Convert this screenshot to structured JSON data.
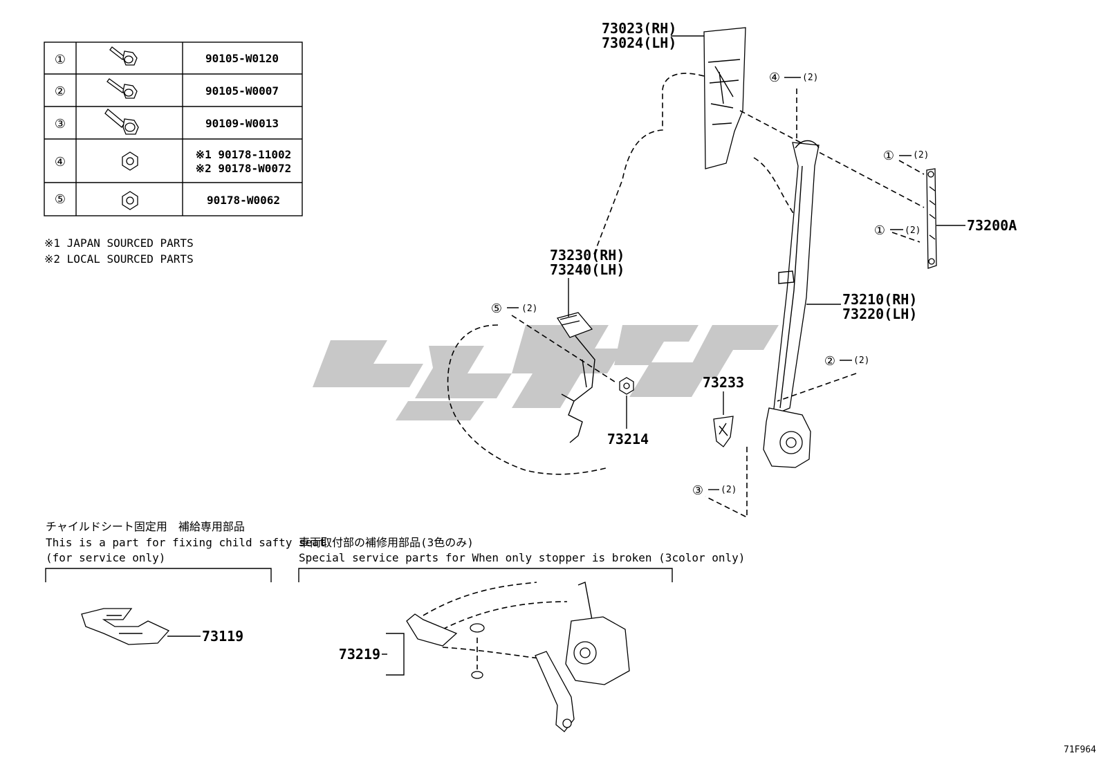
{
  "fastener_table": {
    "rows": [
      {
        "no": "①",
        "icon": "bolt-icon",
        "part": "90105-W0120"
      },
      {
        "no": "②",
        "icon": "bolt-icon",
        "part": "90105-W0007"
      },
      {
        "no": "③",
        "icon": "long-bolt-icon",
        "part": "90109-W0013"
      },
      {
        "no": "④",
        "icon": "nut-icon",
        "part1": "※1 90178-11002",
        "part2": "※2 90178-W0072"
      },
      {
        "no": "⑤",
        "icon": "nut-icon",
        "part": "90178-W0062"
      }
    ]
  },
  "notes": [
    "※1 JAPAN SOURCED PARTS",
    "※2 LOCAL SOURCED PARTS"
  ],
  "callouts": {
    "trim_rh": "73023(RH)",
    "trim_lh": "73024(LH)",
    "adjuster": "73200A",
    "buckle_rh": "73230(RH)",
    "buckle_lh": "73240(LH)",
    "belt_rh": "73210(RH)",
    "belt_lh": "73220(LH)",
    "cover": "73233",
    "nut_part": "73214",
    "child_seat_part": "73119",
    "stopper_part": "73219"
  },
  "fastener_refs": {
    "r4": "④",
    "r4_qty": "(2)",
    "r1a": "①",
    "r1a_qty": "(2)",
    "r1b": "①",
    "r1b_qty": "(2)",
    "r5": "⑤",
    "r5_qty": "(2)",
    "r2": "②",
    "r2_qty": "(2)",
    "r3": "③",
    "r3_qty": "(2)"
  },
  "child_seat_box": {
    "title_jp": "チャイルドシート固定用　補給専用部品",
    "line1": "This is a part for fixing child safty seat",
    "line2": "(for service only)"
  },
  "stopper_box": {
    "title_jp": "車両取付部の補修用部品(3色のみ)",
    "line1": "Special service parts for When only stopper is broken (3color only)"
  },
  "figure_code": "71F964",
  "colors": {
    "ink": "#000000",
    "watermark": "#c8c8c8"
  }
}
